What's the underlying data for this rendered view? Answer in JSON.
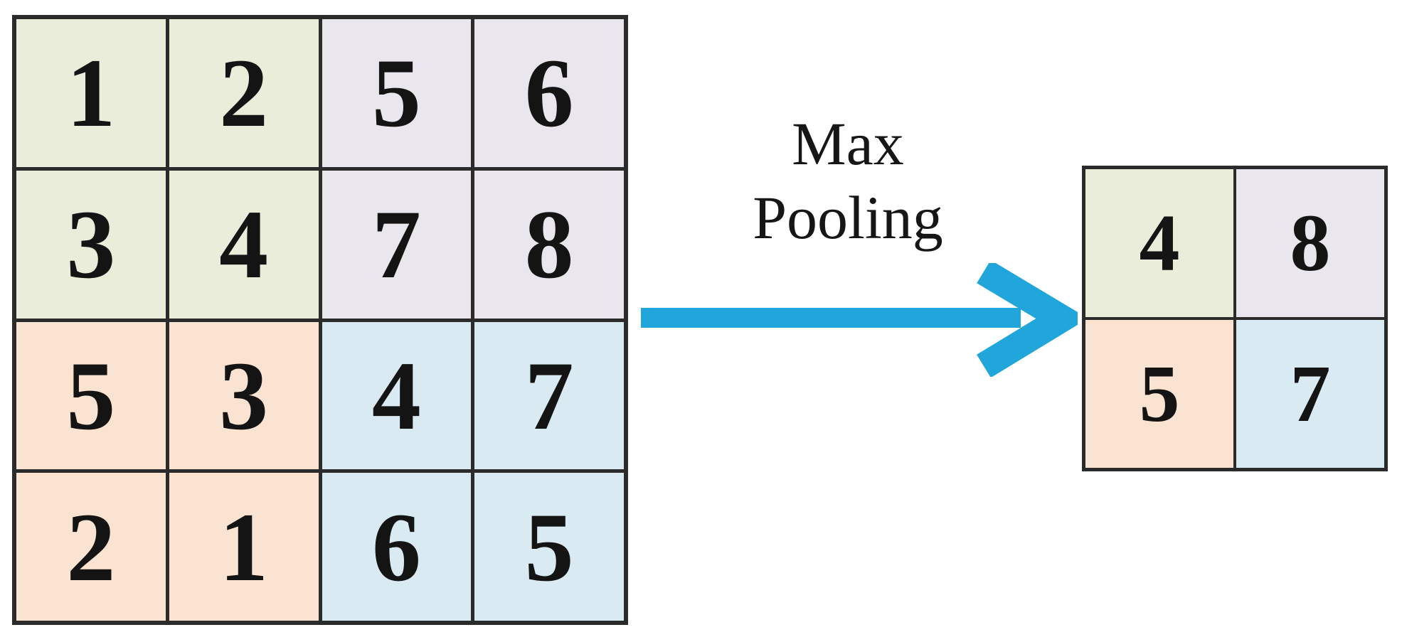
{
  "diagram": {
    "arrow": {
      "label_lines": [
        "Max",
        "Pooling"
      ]
    },
    "input_grid": {
      "rows": 4,
      "cols": 4,
      "cells": [
        {
          "value": "1",
          "group": "green"
        },
        {
          "value": "2",
          "group": "green"
        },
        {
          "value": "5",
          "group": "lavender"
        },
        {
          "value": "6",
          "group": "lavender"
        },
        {
          "value": "3",
          "group": "green"
        },
        {
          "value": "4",
          "group": "green"
        },
        {
          "value": "7",
          "group": "lavender"
        },
        {
          "value": "8",
          "group": "lavender"
        },
        {
          "value": "5",
          "group": "peach"
        },
        {
          "value": "3",
          "group": "peach"
        },
        {
          "value": "4",
          "group": "blue"
        },
        {
          "value": "7",
          "group": "blue"
        },
        {
          "value": "2",
          "group": "peach"
        },
        {
          "value": "1",
          "group": "peach"
        },
        {
          "value": "6",
          "group": "blue"
        },
        {
          "value": "5",
          "group": "blue"
        }
      ]
    },
    "output_grid": {
      "rows": 2,
      "cols": 2,
      "cells": [
        {
          "value": "4",
          "group": "green"
        },
        {
          "value": "8",
          "group": "lavender"
        },
        {
          "value": "5",
          "group": "peach"
        },
        {
          "value": "7",
          "group": "blue"
        }
      ]
    },
    "colors": {
      "green": "#e9edda",
      "lavender": "#e9e6ed",
      "peach": "#fae4d1",
      "blue": "#d9eaf2",
      "line": "#2b2b2b",
      "arrow": "#21a6db",
      "background": "#ffffff",
      "text": "#161616"
    }
  }
}
